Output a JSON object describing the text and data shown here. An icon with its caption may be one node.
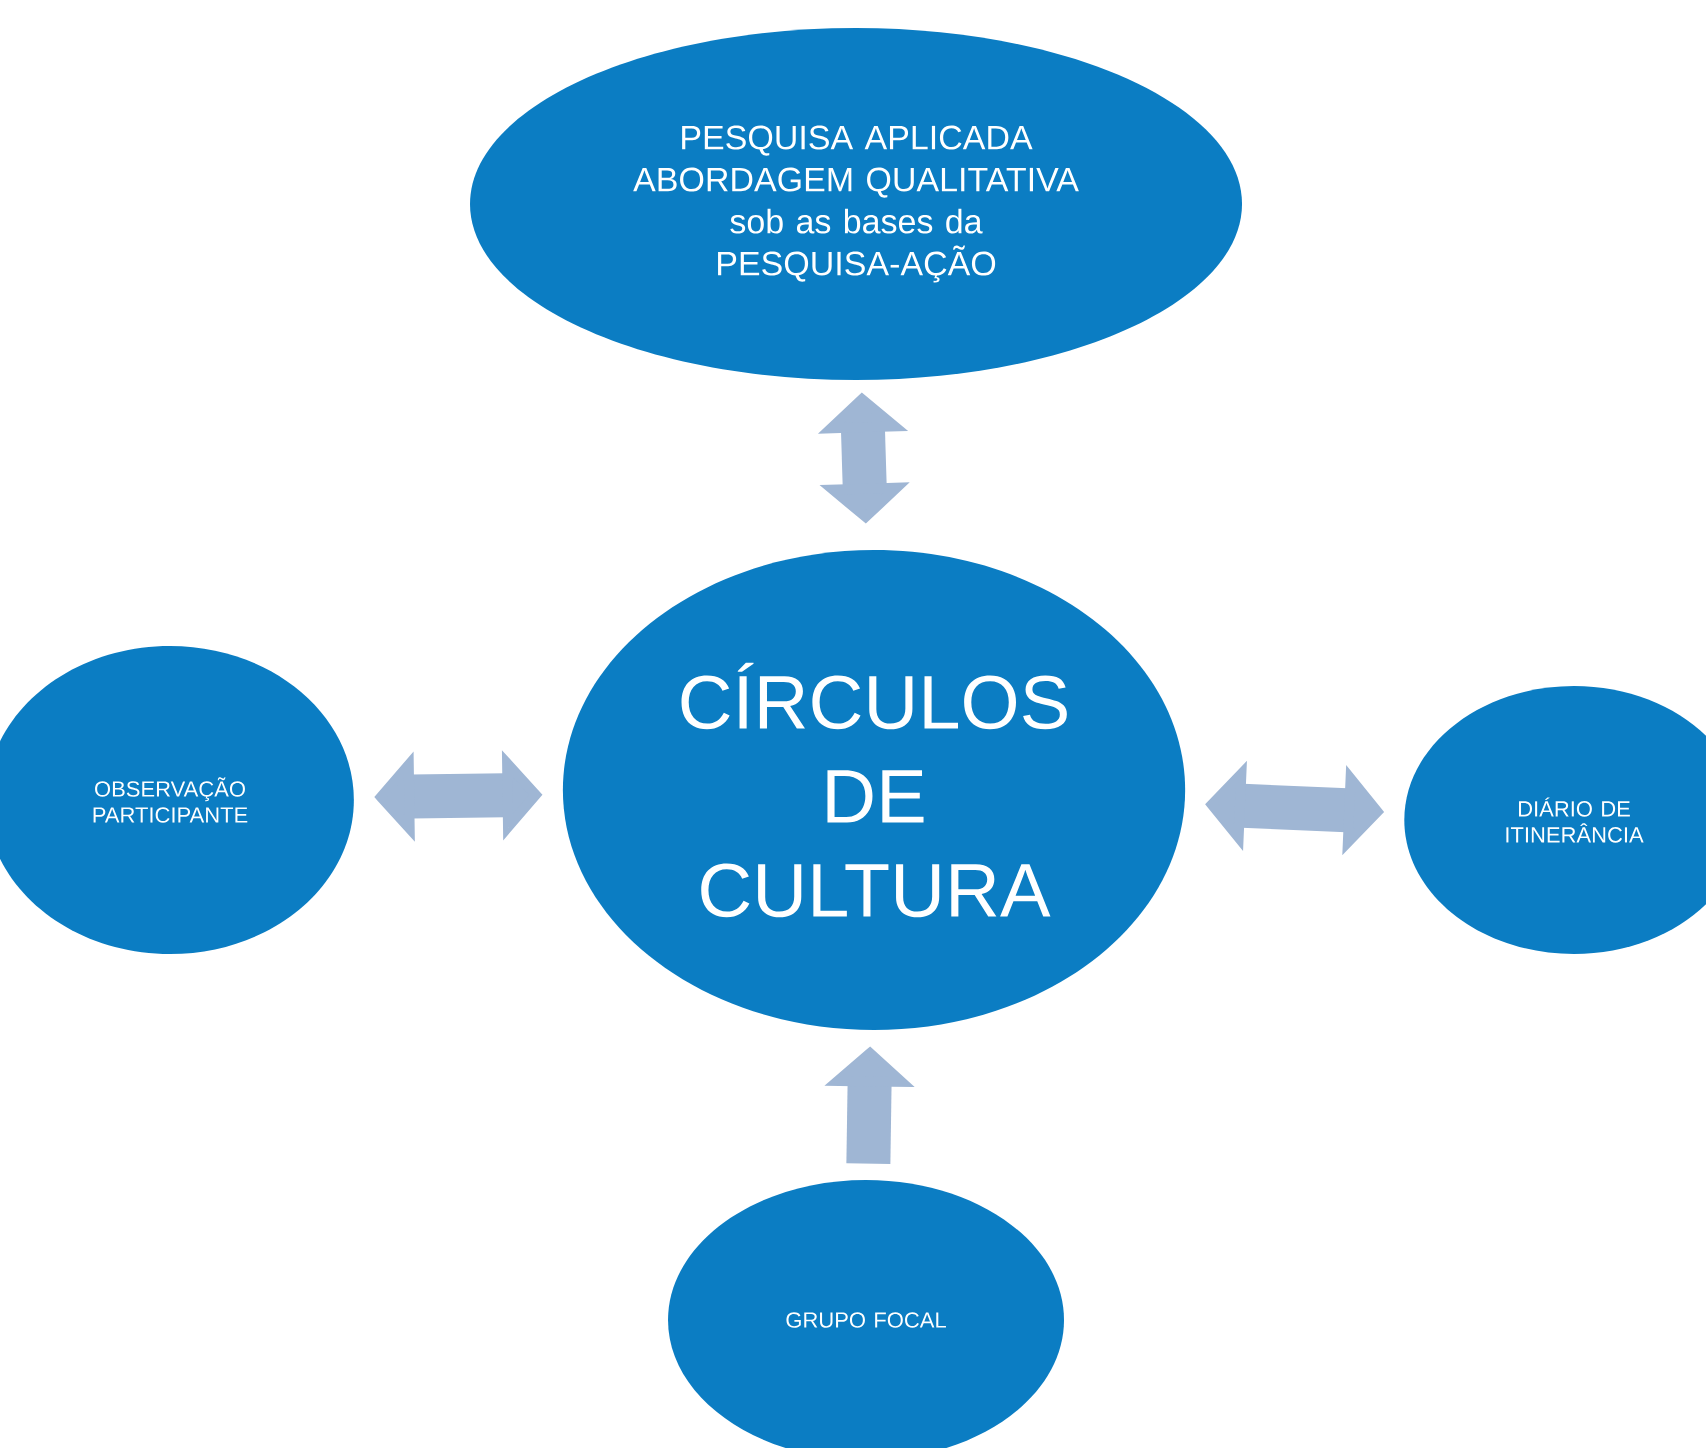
{
  "diagram": {
    "nodes": [
      {
        "text": [
          "PESQUISA APLICADA ABORDAGEM QUALITATIVA sob as bases da PESQUISA-AÇÃO"
        ]
      },
      {
        "text": [
          "OBSERVAÇÃO PARTICIPANTE"
        ]
      },
      {
        "text": [
          "CÍRCULOS DE CULTURA"
        ]
      },
      {
        "text": [
          "DIÁRIO DE ITINERÂNCIA"
        ]
      },
      {
        "text": [
          "GRUPO FOCAL"
        ]
      }
    ],
    "edges": [
      {
        "from": 0,
        "to": 2,
        "arrow": "both"
      },
      {
        "from": 1,
        "to": 2,
        "arrow": "both"
      },
      {
        "from": 2,
        "to": 3,
        "arrow": "both"
      },
      {
        "from": 4,
        "to": 2,
        "arrow": "to"
      }
    ]
  }
}
